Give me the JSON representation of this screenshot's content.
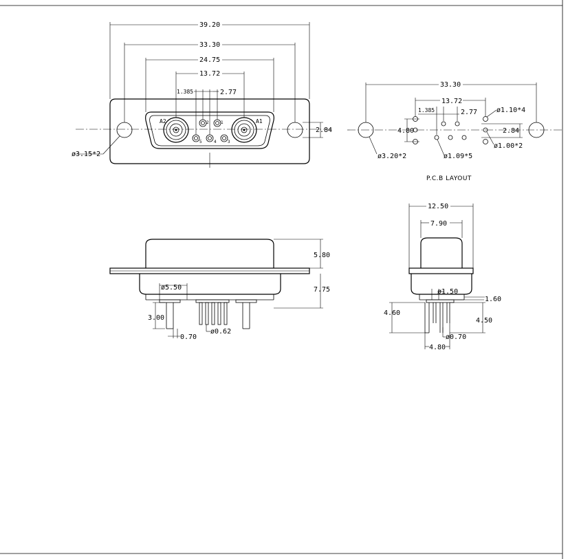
{
  "front_view": {
    "dim_overall_width": "39.20",
    "dim_mount_hole_spacing": "33.30",
    "dim_shell_width": "24.75",
    "dim_coax_pitch": "13.72",
    "dim_pin_offset": "1.385",
    "dim_pin_pitch": "2.77",
    "dim_height": "2.84",
    "dim_mount_hole_dia": "ø3.15*2",
    "label_a1": "A1",
    "label_a2": "A2",
    "pin_labels": [
      "1",
      "2",
      "3",
      "4",
      "5"
    ]
  },
  "pcb_layout": {
    "title": "P.C.B LAYOUT",
    "dim_hole_spacing": "33.30",
    "dim_coax_pitch": "13.72",
    "dim_pin_offset": "1.385",
    "dim_pin_pitch": "2.77",
    "dim_height_right": "2.84",
    "dim_height_left": "4.80",
    "dim_coax_hole_dia": "ø1.10*4",
    "dim_pin_hole_dia": "ø1.00*2",
    "dim_signal_hole_dia": "ø1.09*5",
    "dim_mount_hole_dia": "ø3.20*2"
  },
  "side_view": {
    "dim_top_height": "5.80",
    "dim_bottom_height": "7.75",
    "dim_coax_dia": "ø5.50",
    "dim_coax_len": "3.00",
    "dim_pin_spacing": "0.70",
    "dim_pin_dia": "ø0.62"
  },
  "end_view": {
    "dim_flange_width": "12.50",
    "dim_shell_width": "7.90",
    "dim_insulator_dia": "ø1.50",
    "dim_offset": "1.60",
    "dim_coax_length": "4.60",
    "dim_pin_length": "4.50",
    "dim_pin_dia": "ø0.70",
    "dim_pin_row_spacing": "4.80"
  }
}
